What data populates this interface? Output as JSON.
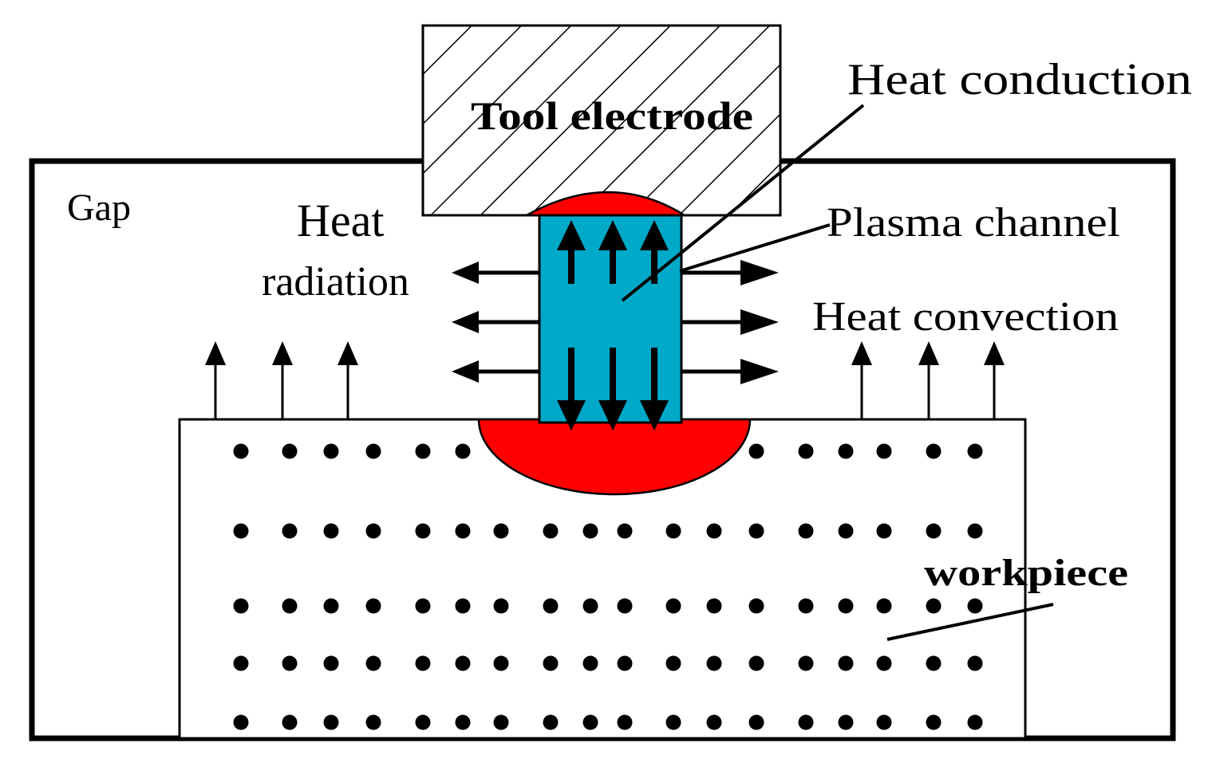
{
  "labels": {
    "tool_electrode": "Tool electrode",
    "gap": "Gap",
    "heat_radiation_line1": "Heat",
    "heat_radiation_line2": "radiation",
    "heat_conduction": "Heat conduction",
    "plasma_channel": "Plasma channel",
    "heat_convection": "Heat convection",
    "workpiece": "workpiece"
  },
  "colors": {
    "plasma_channel": "#00a9c7",
    "molten_pool": "#ff0000",
    "stroke": "#000000"
  }
}
